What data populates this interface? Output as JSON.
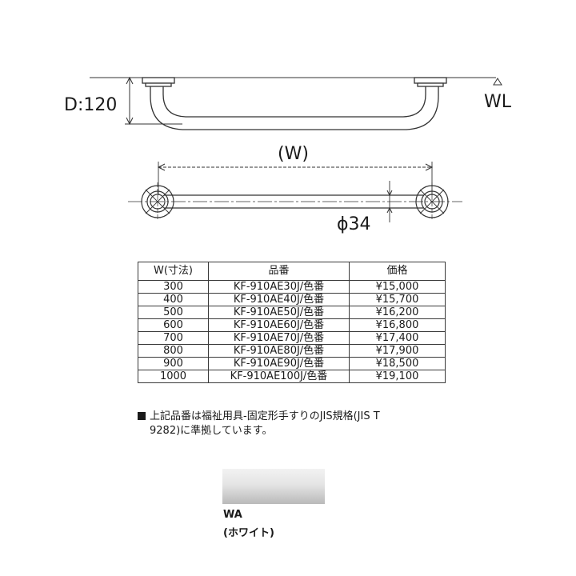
{
  "drawing": {
    "depth_label": "D:120",
    "water_line_label": "WL",
    "width_label": "(W)",
    "diameter_label": "ϕ34"
  },
  "table": {
    "headers": [
      "W(寸法)",
      "品番",
      "価格"
    ],
    "rows": [
      [
        "300",
        "KF-910AE30J/色番",
        "¥15,000"
      ],
      [
        "400",
        "KF-910AE40J/色番",
        "¥15,700"
      ],
      [
        "500",
        "KF-910AE50J/色番",
        "¥16,200"
      ],
      [
        "600",
        "KF-910AE60J/色番",
        "¥16,800"
      ],
      [
        "700",
        "KF-910AE70J/色番",
        "¥17,400"
      ],
      [
        "800",
        "KF-910AE80J/色番",
        "¥17,900"
      ],
      [
        "900",
        "KF-910AE90J/色番",
        "¥18,500"
      ],
      [
        "1000",
        "KF-910AE100J/色番",
        "¥19,100"
      ]
    ]
  },
  "note": {
    "line1": "上記品番は福祉用具-固定形手すりのJIS規格(JIS T",
    "line2": "9282)に準拠しています。"
  },
  "color_option": {
    "code": "WA",
    "name": "(ホワイト)"
  }
}
